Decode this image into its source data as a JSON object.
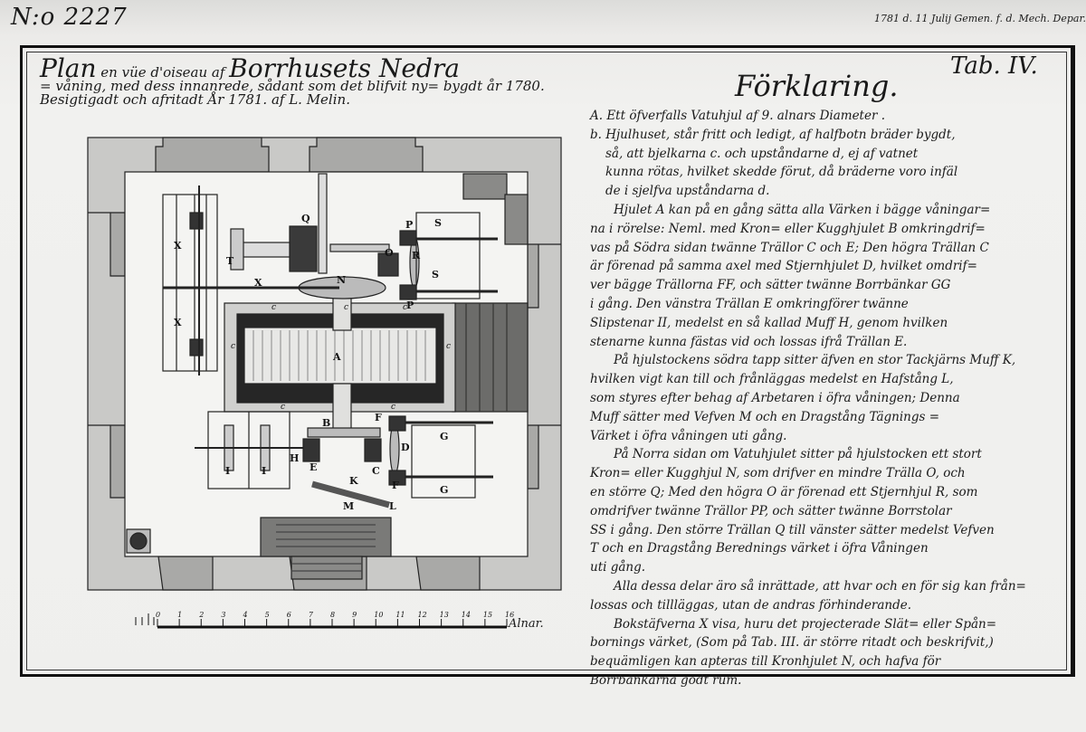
{
  "archive_number": "N:o 2227",
  "archive_note": "1781 d. 11 Julij Gemen. f. d. Mech. Depar.",
  "title": {
    "word1": "Plan",
    "part2": " en vüe d'oiseau af ",
    "word3": "Borrhusets Nedra",
    "rest": "= våning, med dess innanrede, sådant som det blifvit ny= bygdt år 1780. Besigtigadt och afritadt År 1781. af L. Melin."
  },
  "tab_label": "Tab. IV.",
  "legend_heading": "Förklaring.",
  "legend_lines": [
    "A. Ett öfverfalls Vatuhjul af 9. alnars Diameter .",
    "b. Hjulhuset, står fritt och ledigt, af halfbotn bräder bygdt,",
    "så, att bjelkarna c. och upståndarne d, ej af vatnet",
    "kunna rötas, hvilket skedde förut, då bräderne voro infäl",
    "de i sjelfva upståndarna d.",
    "Hjulet A kan på en gång sätta alla Värken i bägge våningar=",
    "na i rörelse: Neml. med Kron= eller Kugghjulet B omkringdrif=",
    "vas på Södra sidan twänne Trällor C och E; Den högra Trällan C",
    "är förenad på samma axel med Stjernhjulet D, hvilket omdrif=",
    "ver bägge Trällorna FF, och sätter twänne Borrbänkar GG",
    "i gång. Den vänstra Trällan E omkringförer twänne",
    "Slipstenar II, medelst en så kallad Muff H, genom hvilken",
    "stenarne kunna fästas vid och lossas ifrå Trällan E.",
    "På hjulstockens södra tapp sitter äfven en stor Tackjärns Muff K,",
    "hvilken vigt kan till och frånläggas medelst en Hafstång L,",
    "som styres efter behag af Arbetaren i öfra våningen; Denna",
    "Muff sätter med Vefven M och en Dragstång Tägnings =",
    "Värket i öfra våningen uti gång.",
    "På Norra sidan om Vatuhjulet sitter på hjulstocken ett stort",
    "Kron= eller Kugghjul N, som drifver en mindre Trälla O, och",
    "en större Q; Med den högra O är förenad ett Stjernhjul R, som",
    "omdrifver twänne Trällor PP, och sätter twänne Borrstolar",
    "SS i gång. Den större Trällan Q till vänster sätter medelst Vefven",
    "T och en Dragstång Berednings värket i öfra Våningen",
    "uti gång.",
    "Alla dessa delar äro så inrättade, att hvar och en för sig kan från=",
    "lossas och tillläggas, utan de andras förhinderande.",
    "Bokstäfverna X visa, huru det projecterade Slät= eller Spån=",
    "bornings värket, (Som på Tab. III. är större ritadt och beskrifvit,)",
    "bequämligen kan apteras till Kronhjulet N, och hafva för",
    "Borrbänkarna godt rum."
  ],
  "plan_labels": [
    "Q",
    "P",
    "S",
    "O",
    "R",
    "X",
    "T",
    "N",
    "S",
    "X",
    "P",
    "X",
    "A",
    "B",
    "F",
    "G",
    "D",
    "H",
    "E",
    "C",
    "I",
    "I",
    "K",
    "F",
    "G",
    "M",
    "L",
    "c",
    "c",
    "c",
    "c",
    "c",
    "c",
    "c"
  ],
  "scale": {
    "ticks": [
      "0",
      "1",
      "2",
      "3",
      "4",
      "5",
      "6",
      "7",
      "8",
      "9",
      "10",
      "11",
      "12",
      "13",
      "14",
      "15",
      "16"
    ],
    "unit": "Alnar."
  },
  "colors": {
    "paper": "#efefed",
    "ink": "#1a1a1a",
    "wall": "#a9a9a7",
    "dark": "#3a3a3a"
  }
}
